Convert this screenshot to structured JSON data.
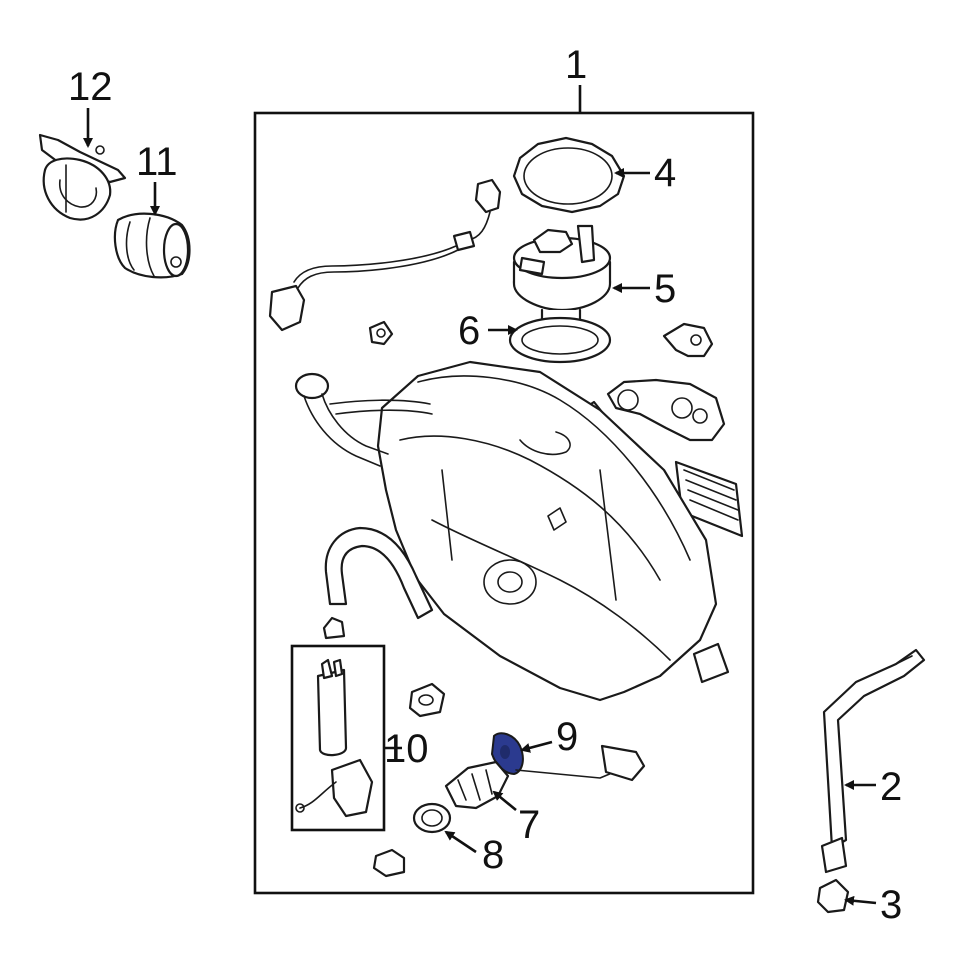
{
  "colors": {
    "line": "#1a1a1a",
    "highlight": "#2b3a8f",
    "background": "#ffffff"
  },
  "callouts": {
    "c1": "1",
    "c2": "2",
    "c3": "3",
    "c4": "4",
    "c5": "5",
    "c6": "6",
    "c7": "7",
    "c8": "8",
    "c9": "9",
    "c10": "10",
    "c11": "11",
    "c12": "12"
  },
  "highlighted_part": "9"
}
